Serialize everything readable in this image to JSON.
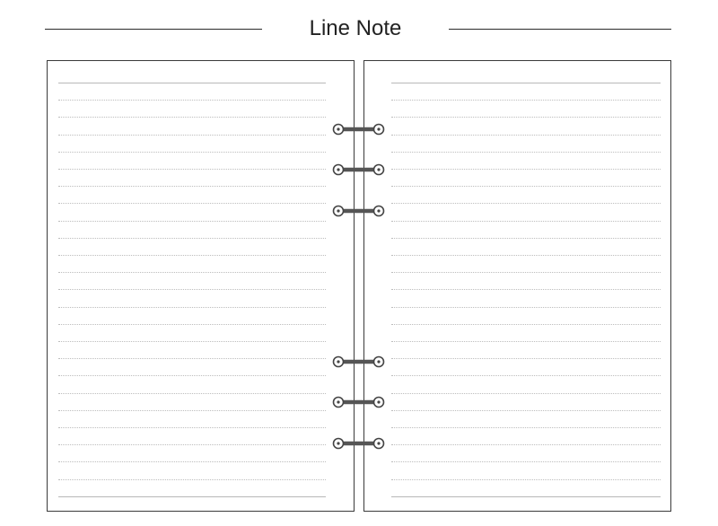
{
  "header": {
    "title": "Line Note"
  },
  "notebook": {
    "dotted_lines_per_page": 23,
    "ring_count": 6,
    "colors": {
      "page_border": "#3a3a3a",
      "ruled_line": "#bdbdbd",
      "ring_bar": "#555555",
      "ring_hole": "#444444"
    }
  }
}
